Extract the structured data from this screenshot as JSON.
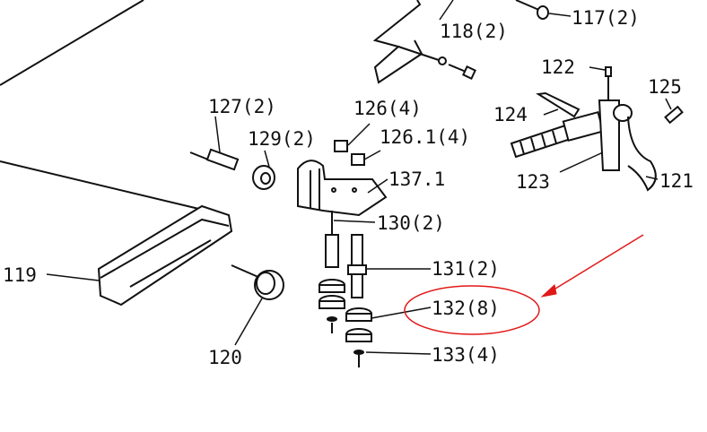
{
  "labels": {
    "l117": "117(2)",
    "l118": "118(2)",
    "l119": "119",
    "l120": "120",
    "l121": "121",
    "l122": "122",
    "l123": "123",
    "l124": "124",
    "l125": "125",
    "l126": "126(4)",
    "l1261": "126.1(4)",
    "l127": "127(2)",
    "l129": "129(2)",
    "l130": "130(2)",
    "l131": "131(2)",
    "l132": "132(8)",
    "l133": "133(4)",
    "l1371": "137.1"
  },
  "colors": {
    "annotation": "#e01818",
    "ink": "#111111"
  }
}
